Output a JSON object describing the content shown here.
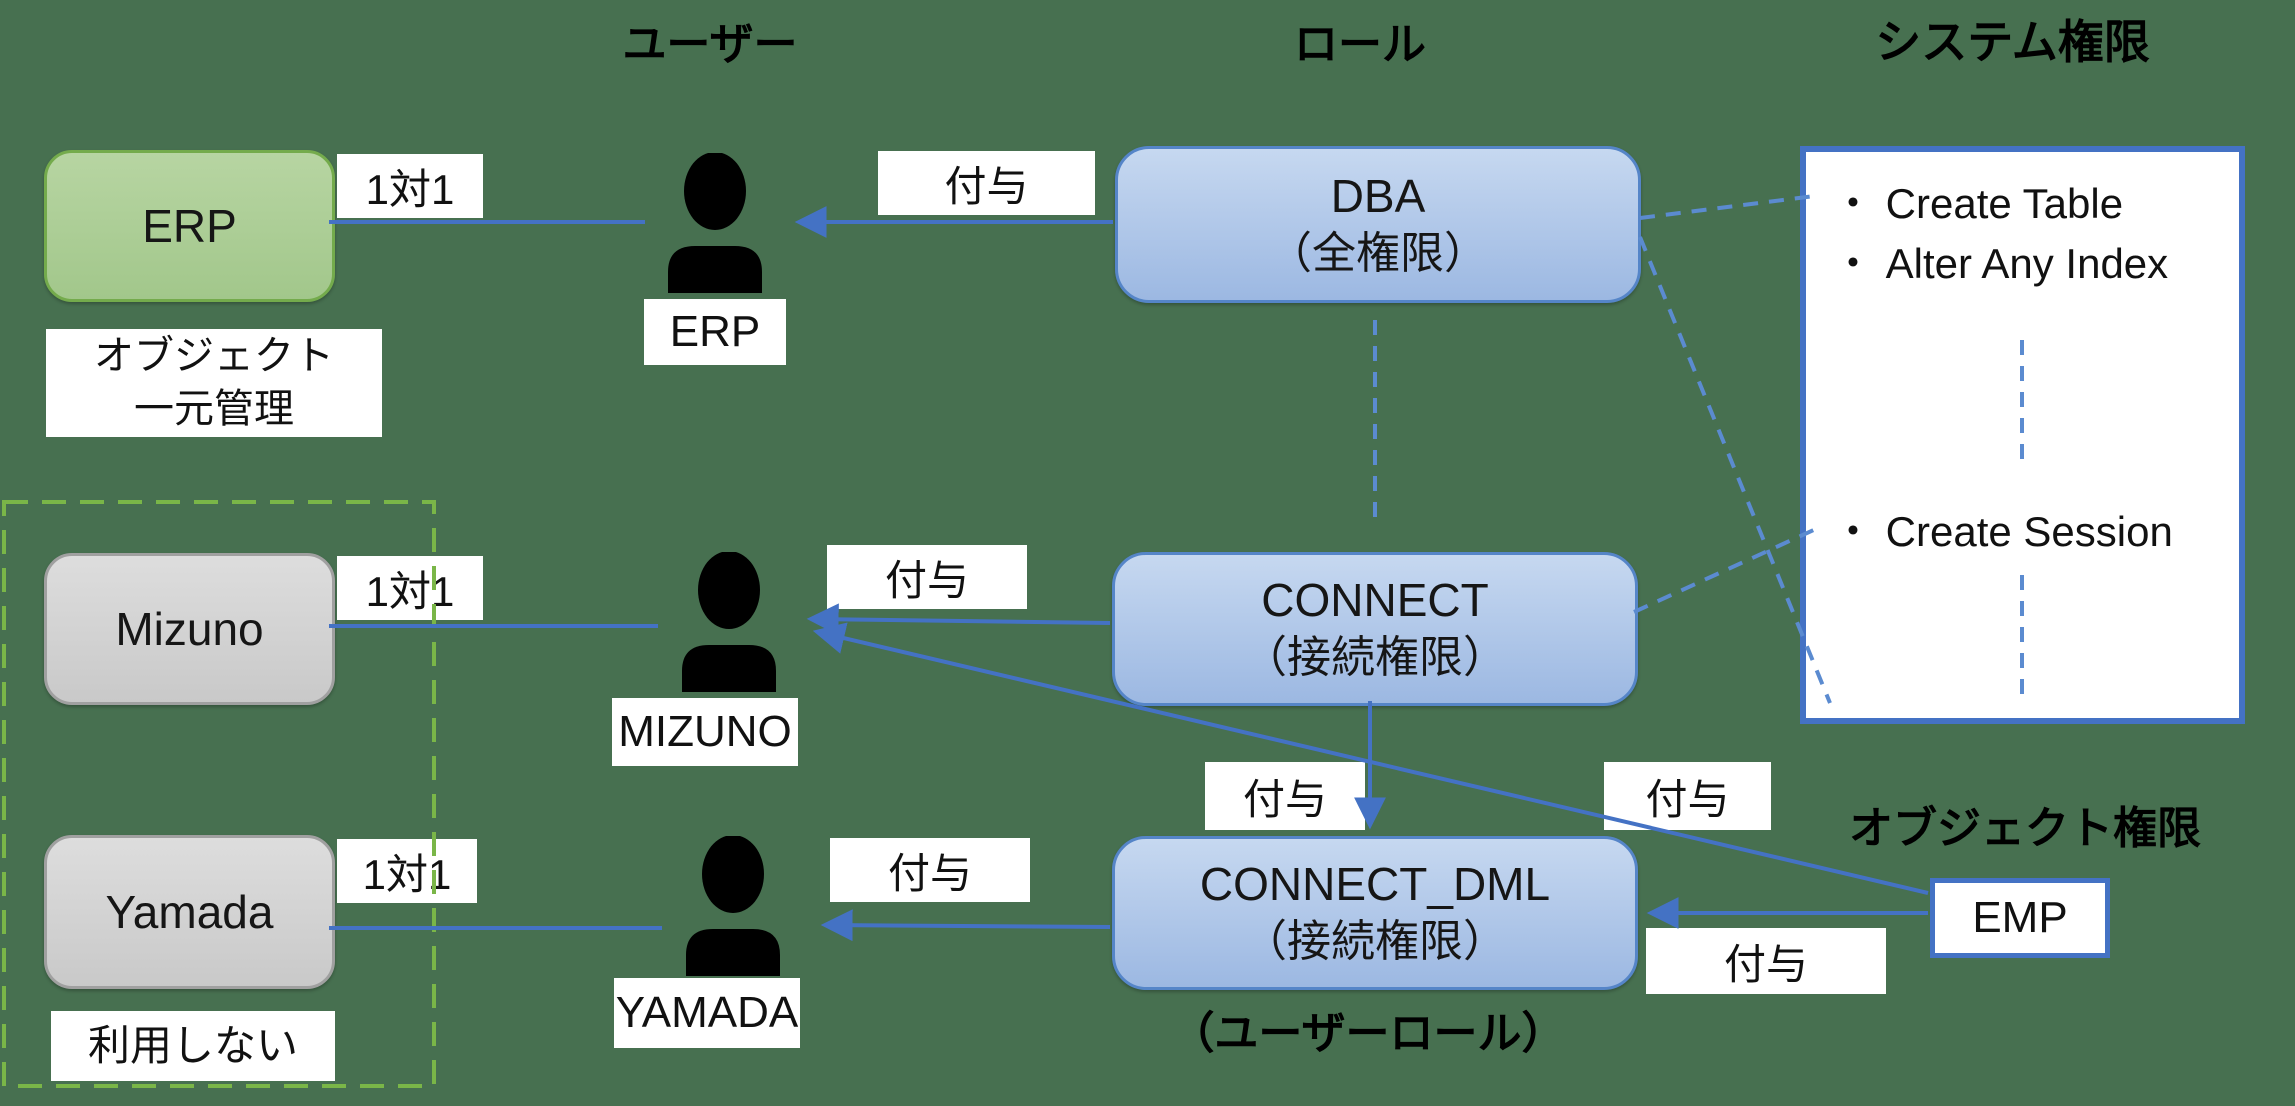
{
  "headers": {
    "users": "ユーザー",
    "roles": "ロール",
    "system_privileges": "システム権限",
    "object_privileges": "オブジェクト権限"
  },
  "labels": {
    "one_to_one": "1対1",
    "grant": "付与"
  },
  "schemas": {
    "erp": {
      "name": "ERP",
      "note_line1": "オブジェクト",
      "note_line2": "一元管理"
    },
    "mizuno": {
      "name": "Mizuno"
    },
    "yamada": {
      "name": "Yamada"
    },
    "unused_note": "利用しない"
  },
  "users": {
    "erp": "ERP",
    "mizuno": "MIZUNO",
    "yamada": "YAMADA"
  },
  "roles": {
    "dba": {
      "name": "DBA",
      "subtitle": "（全権限）"
    },
    "connect": {
      "name": "CONNECT",
      "subtitle": "（接続権限）"
    },
    "connect_dml": {
      "name": "CONNECT_DML",
      "subtitle": "（接続権限）",
      "note": "（ユーザーロール）"
    }
  },
  "system_privileges": {
    "items": [
      "・ Create Table",
      "・ Alter Any Index",
      "・ Create Session"
    ]
  },
  "object_privileges": {
    "emp": "EMP"
  },
  "colors": {
    "background": "#477050",
    "solid_connector": "#4472c4",
    "dashed_connector": "#5b8bd0",
    "green_dashed_border": "#7ab648",
    "role_fill_top": "#c6d8f0",
    "role_fill_bottom": "#9cb8e2",
    "erp_fill": "#a9cd92",
    "user_box_fill": "#d3d3d3"
  }
}
